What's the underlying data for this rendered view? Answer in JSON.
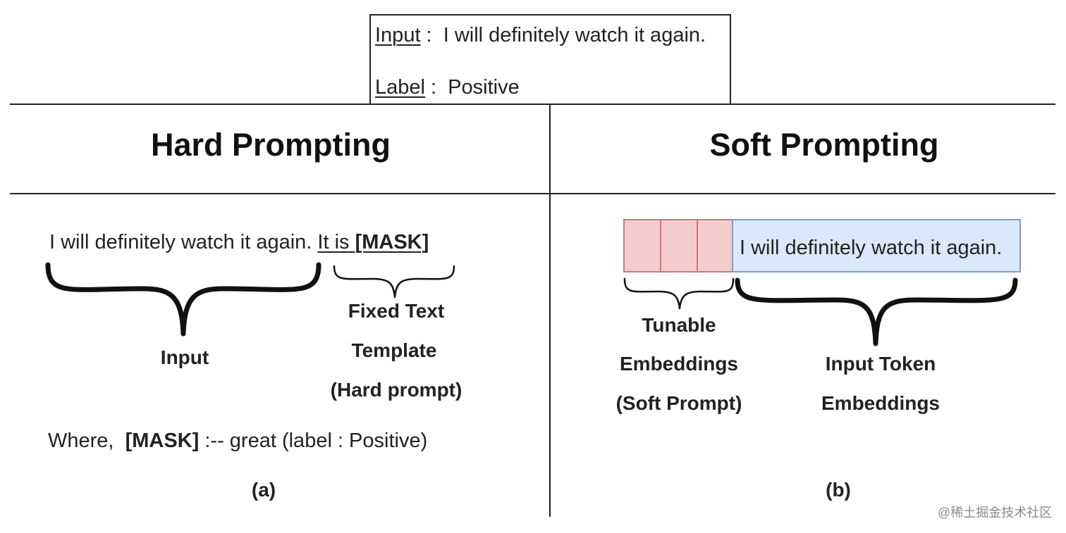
{
  "example": {
    "input_label": "Input",
    "input_sep": " :  ",
    "input_text": "I will definitely watch it again.",
    "label_label": "Label",
    "label_sep": " :  ",
    "label_text": "Positive"
  },
  "hard": {
    "heading": "Hard Prompting",
    "sentence": "I will definitely watch it again.",
    "template_prefix": "It is ",
    "mask": "[MASK]",
    "input_caption": "Input",
    "template_caption": [
      "Fixed Text",
      "Template",
      "(Hard prompt)"
    ],
    "where_prefix": "Where,",
    "where_mask": "[MASK]",
    "where_rest": ":-- great (label : Positive)",
    "sub_label": "(a)"
  },
  "soft": {
    "heading": "Soft Prompting",
    "input_box_text": "I will definitely watch it again.",
    "tunable_caption": [
      "Tunable",
      "Embeddings",
      "(Soft Prompt)"
    ],
    "input_caption": [
      "Input Token",
      "Embeddings"
    ],
    "sub_label": "(b)",
    "tunable_cell_count": 3
  },
  "colors": {
    "soft_prompt_fill": "#f4cccc",
    "soft_prompt_border": "#c87a7a",
    "input_token_fill": "#dae8fc",
    "input_token_border": "#7f9dc3"
  },
  "watermark": "@稀土掘金技术社区"
}
